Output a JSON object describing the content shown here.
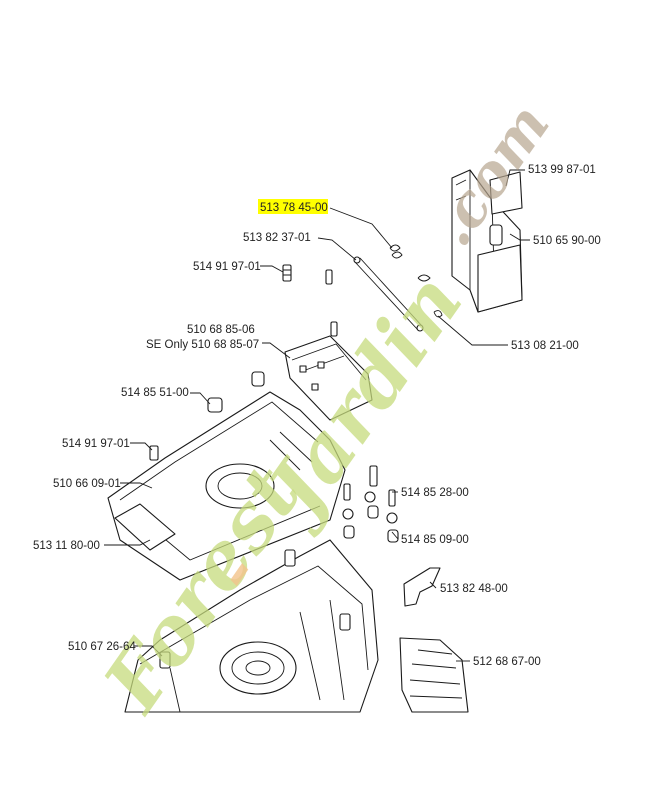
{
  "labels": {
    "p513997801": "513 99 87-01",
    "p513784500": "513 78 45-00",
    "p510659000": "510 65 90-00",
    "p513823701": "513 82 37-01",
    "p514919701a": "514 91 97-01",
    "p513082100": "513 08 21-00",
    "p510688506": "510 68 85-06",
    "p510688507": "SE Only 510 68 85-07",
    "p514855100": "514 85 51-00",
    "p514919701b": "514 91 97-01",
    "p514852800": "514 85 28-00",
    "p510660901": "510 66 09-01",
    "p514850900": "514 85 09-00",
    "p513118000": "513 11 80-00",
    "p513824800": "513 82 48-00",
    "p510672664": "510 67 26-64",
    "p512686700": "512 68 67-00"
  },
  "highlight": {
    "part": "513 78 45-00",
    "color": "#ffff00"
  },
  "watermark": {
    "color_green": "#c6db7d",
    "color_orange": "#f3c48c",
    "color_brown": "#b7a690"
  }
}
